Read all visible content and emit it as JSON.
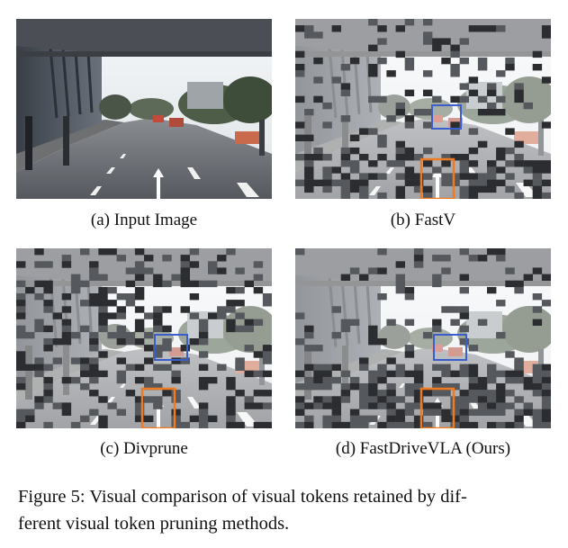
{
  "panels": [
    {
      "id": "a",
      "caption": "(a) Input Image",
      "mask": "none",
      "boxes": []
    },
    {
      "id": "b",
      "caption": "(b) FastV",
      "mask": "fastv",
      "boxes": [
        "blue",
        "orange"
      ]
    },
    {
      "id": "c",
      "caption": "(c) Divprune",
      "mask": "divprune",
      "boxes": [
        "blue",
        "orange"
      ]
    },
    {
      "id": "d",
      "caption": "(d) FastDriveVLA (Ours)",
      "mask": "ours",
      "boxes": [
        "blue",
        "orange"
      ]
    }
  ],
  "figure_caption": {
    "line1": "Figure 5: Visual comparison of visual tokens retained by dif-",
    "line2": "ferent visual token pruning methods."
  },
  "colors": {
    "blue_box": "#3a5fcd",
    "orange_box": "#ee7a22",
    "overlay": "#ffffff"
  }
}
